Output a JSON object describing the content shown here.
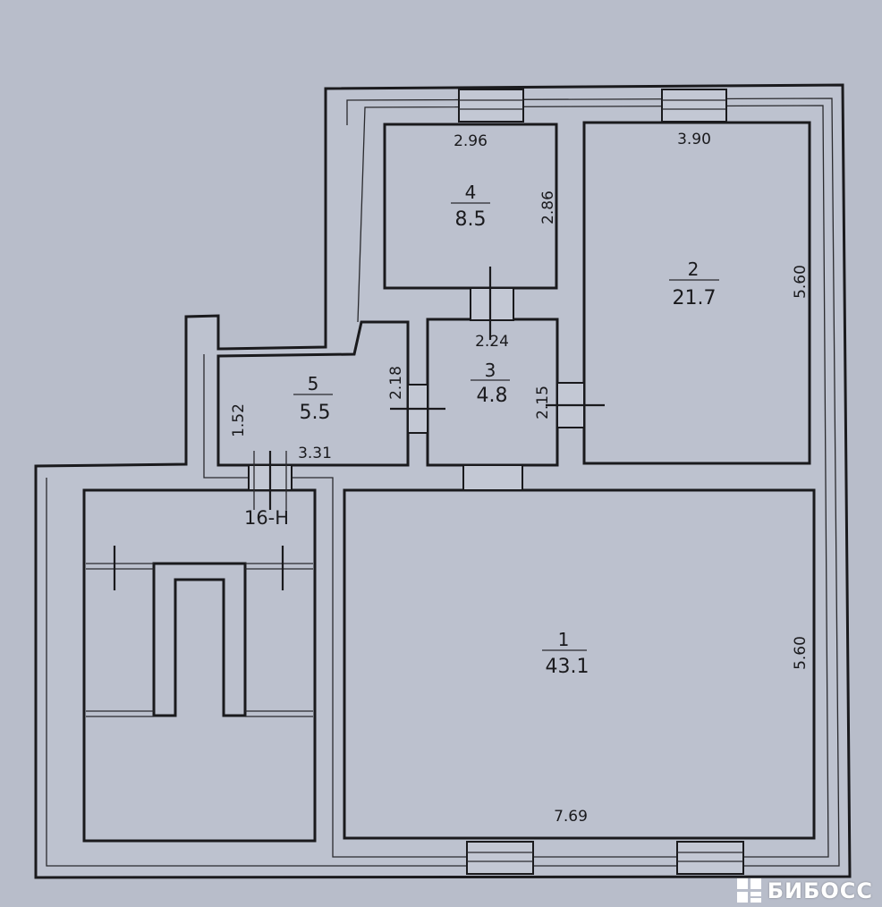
{
  "rooms": [
    {
      "number": "1",
      "area": "43.1"
    },
    {
      "number": "2",
      "area": "21.7"
    },
    {
      "number": "3",
      "area": "4.8"
    },
    {
      "number": "4",
      "area": "8.5"
    },
    {
      "number": "5",
      "area": "5.5"
    }
  ],
  "dimensions": {
    "room4_width": "2.96",
    "room4_height": "2.86",
    "room2_width": "3.90",
    "room2_height": "5.60",
    "room3_width": "2.24",
    "room3_height": "2.15",
    "room5_height_a": "2.18",
    "room5_height_b": "1.52",
    "room5_width": "3.31",
    "room1_width": "7.69",
    "room1_height": "5.60"
  },
  "stair_label": "16-H",
  "watermark": "БИБОСС"
}
